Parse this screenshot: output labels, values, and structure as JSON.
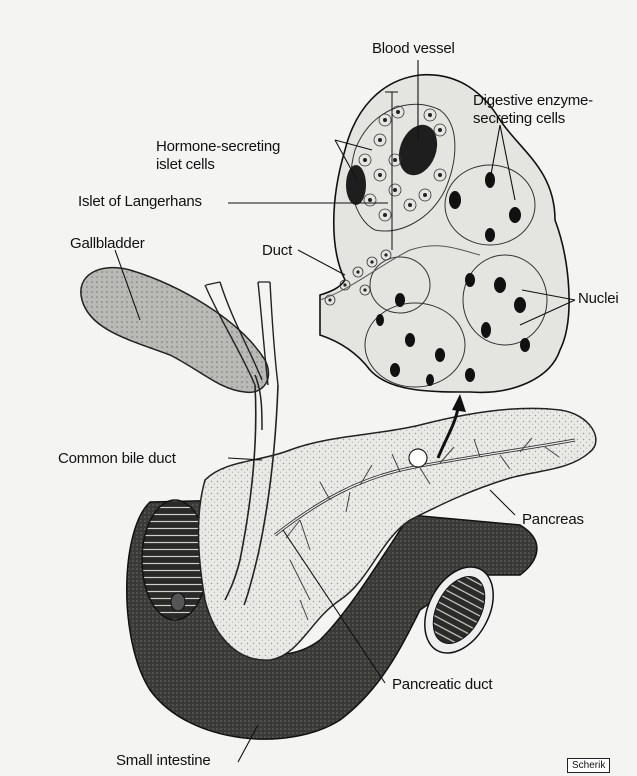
{
  "labels": {
    "blood_vessel": "Blood vessel",
    "digestive_cells_1": "Digestive enzyme-",
    "digestive_cells_2": "secreting cells",
    "hormone_cells_1": "Hormone-secreting",
    "hormone_cells_2": "islet cells",
    "islet": "Islet of Langerhans",
    "gallbladder": "Gallbladder",
    "duct": "Duct",
    "nuclei": "Nuclei",
    "common_bile_duct": "Common bile duct",
    "pancreas": "Pancreas",
    "pancreatic_duct": "Pancreatic duct",
    "small_intestine": "Small intestine"
  },
  "credit": "Scherik"
}
